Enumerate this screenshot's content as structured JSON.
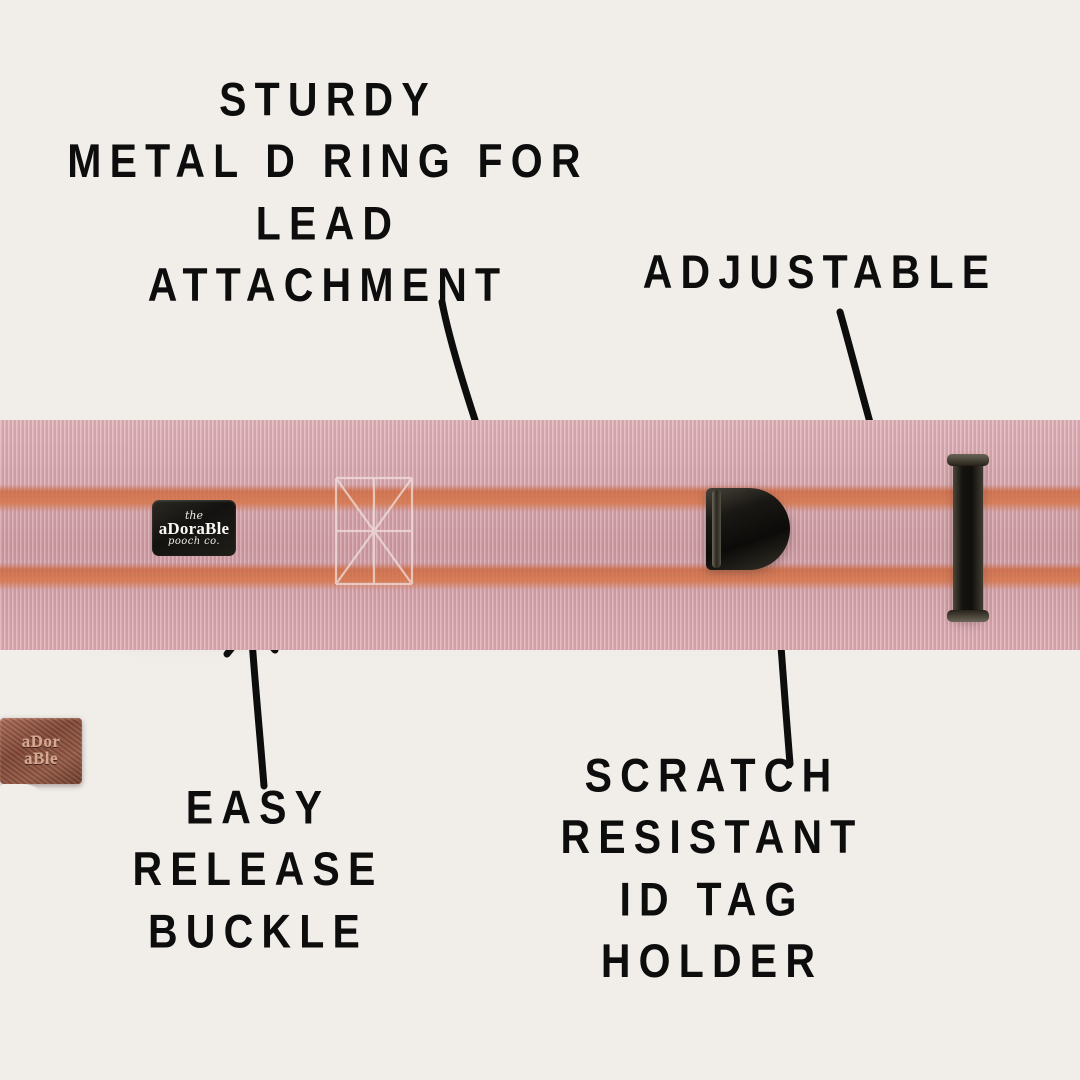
{
  "background_color": "#f1eee9",
  "text_color": "#0d0d0d",
  "callouts": [
    {
      "id": "sturdy-d-ring",
      "name": "callout-sturdy-metal-d-ring",
      "text": "STURDY\nMETAL D RING FOR\nLEAD\nATTACHMENT",
      "position": "top-left",
      "points_to": "d-ring",
      "arrow_direction": "down"
    },
    {
      "id": "adjustable",
      "name": "callout-adjustable",
      "text": "ADJUSTABLE",
      "position": "top-right",
      "points_to": "webbing-strap",
      "arrow_direction": "down-left"
    },
    {
      "id": "easy-release-buckle",
      "name": "callout-easy-release-buckle",
      "text": "EASY\nRELEASE\nBUCKLE",
      "position": "bottom-left",
      "points_to": "side-release-buckle",
      "arrow_direction": "up"
    },
    {
      "id": "scratch-resistant-id-tag-holder",
      "name": "callout-scratch-resistant-id-tag-holder",
      "text": "SCRATCH\nRESISTANT\nID TAG\nHOLDER",
      "position": "bottom-right",
      "points_to": "id-tag-holder",
      "arrow_direction": "up"
    }
  ],
  "product": {
    "type": "dog collar",
    "webbing": {
      "pattern": "plaid",
      "base_color": "#cf99a2",
      "stripe_color": "#ce683e",
      "accent_color": "#fff6f0"
    },
    "hardware_color": "#15130f",
    "buckle_logo": {
      "line_top": "the",
      "line_main": "aDoraBle",
      "line_bottom": "pooch co."
    },
    "id_tag_plate": {
      "line_1": "aDor",
      "line_2": "aBle",
      "metal_color": "#8e5743"
    }
  }
}
